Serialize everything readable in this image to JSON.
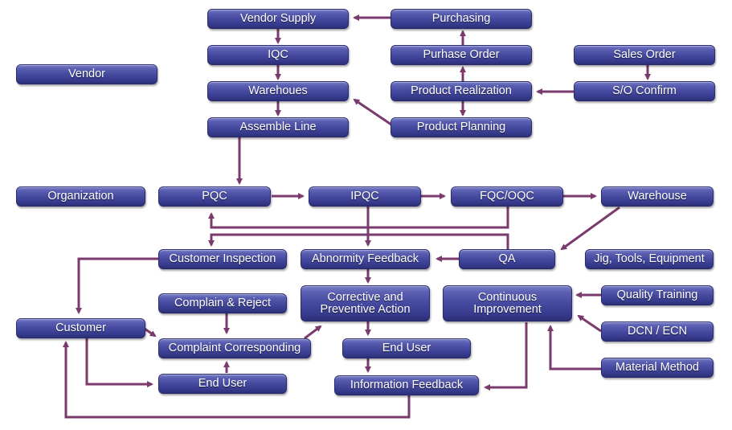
{
  "diagram": {
    "colors": {
      "node_fill": "#454a9f",
      "node_border": "#2a2a6e",
      "node_text": "#ffffff",
      "arrow": "#7b3a6e",
      "background": "#ffffff"
    },
    "nodes": {
      "vendor_supply": "Vendor Supply",
      "purchasing": "Purchasing",
      "iqc": "IQC",
      "purchase_order": "Purhase Order",
      "sales_order": "Sales Order",
      "vendor": "Vendor",
      "warehoues": "Warehoues",
      "product_realization": "Product Realization",
      "so_confirm": "S/O Confirm",
      "assemble_line": "Assemble Line",
      "product_planning": "Product Planning",
      "organization": "Organization",
      "pqc": "PQC",
      "ipqc": "IPQC",
      "fqc_oqc": "FQC/OQC",
      "warehouse": "Warehouse",
      "customer_inspection": "Customer Inspection",
      "abnormity_feedback": "Abnormity Feedback",
      "qa": "QA",
      "jig_tools_equipment": "Jig, Tools, Equipment",
      "complain_reject": "Complain & Reject",
      "corrective_line1": "Corrective and",
      "corrective_line2": "Preventive Action",
      "continuous_line1": "Continuous",
      "continuous_line2": "Improvement",
      "quality_training": "Quality Training",
      "customer": "Customer",
      "complaint_corresponding": "Complaint Corresponding",
      "end_user_mid": "End User",
      "dcn_ecn": "DCN / ECN",
      "end_user_left": "End User",
      "information_feedback": "Information Feedback",
      "material_method": "Material Method"
    },
    "edges": [
      {
        "from": "Purchasing",
        "to": "Vendor Supply"
      },
      {
        "from": "Vendor Supply",
        "to": "IQC"
      },
      {
        "from": "IQC",
        "to": "Warehoues"
      },
      {
        "from": "Warehoues",
        "to": "Assemble Line"
      },
      {
        "from": "Product Realization",
        "to": "Purhase Order"
      },
      {
        "from": "Purhase Order",
        "to": "Purchasing"
      },
      {
        "from": "Product Realization",
        "to": "Product Planning"
      },
      {
        "from": "Product Planning",
        "to": "Warehoues"
      },
      {
        "from": "Sales Order",
        "to": "S/O Confirm"
      },
      {
        "from": "S/O Confirm",
        "to": "Product Realization"
      },
      {
        "from": "Assemble Line",
        "to": "PQC"
      },
      {
        "from": "PQC",
        "to": "IPQC"
      },
      {
        "from": "IPQC",
        "to": "FQC/OQC"
      },
      {
        "from": "FQC/OQC",
        "to": "Warehouse"
      },
      {
        "from": "FQC/OQC",
        "to": "PQC"
      },
      {
        "from": "QA",
        "to": "Customer Inspection"
      },
      {
        "from": "IPQC",
        "to": "Abnormity Feedback"
      },
      {
        "from": "Warehouse",
        "to": "QA"
      },
      {
        "from": "QA",
        "to": "Abnormity Feedback"
      },
      {
        "from": "Abnormity Feedback",
        "to": "Corrective and Preventive Action"
      },
      {
        "from": "Customer Inspection",
        "to": "Customer"
      },
      {
        "from": "Customer",
        "to": "Complaint Corresponding"
      },
      {
        "from": "Customer",
        "to": "End User"
      },
      {
        "from": "Complain & Reject",
        "to": "Complaint Corresponding"
      },
      {
        "from": "End User",
        "to": "Complaint Corresponding"
      },
      {
        "from": "Complaint Corresponding",
        "to": "Corrective and Preventive Action"
      },
      {
        "from": "Corrective and Preventive Action",
        "to": "End User"
      },
      {
        "from": "End User",
        "to": "Information Feedback"
      },
      {
        "from": "Information Feedback",
        "to": "Customer"
      },
      {
        "from": "Continuous Improvement",
        "to": "Information Feedback"
      },
      {
        "from": "Quality Training",
        "to": "Continuous Improvement"
      },
      {
        "from": "DCN / ECN",
        "to": "Continuous Improvement"
      },
      {
        "from": "Material Method",
        "to": "Continuous Improvement"
      }
    ]
  }
}
